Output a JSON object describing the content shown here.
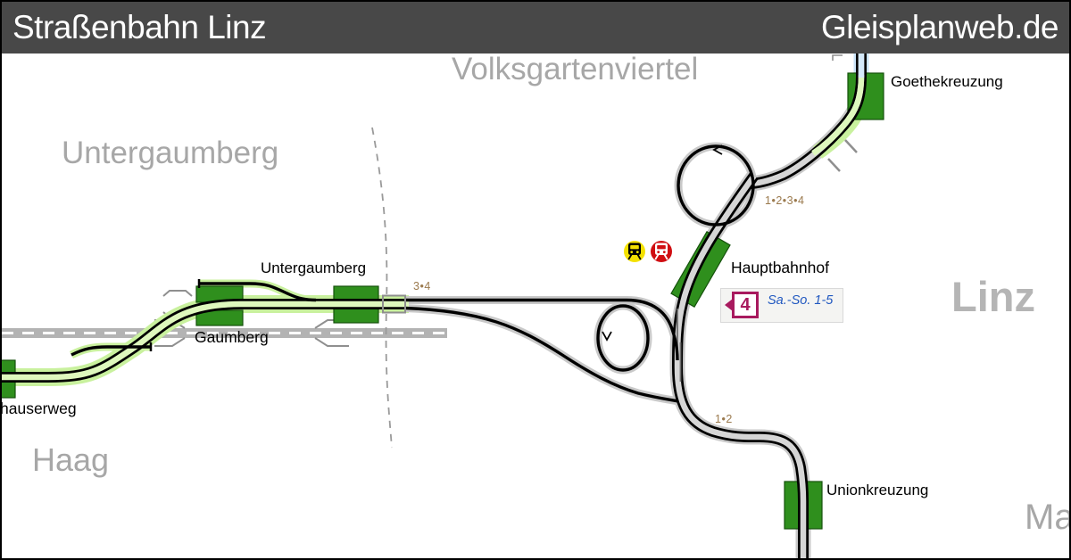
{
  "header": {
    "title": "Straßenbahn Linz",
    "site": "Gleisplanweb.de"
  },
  "districts": [
    {
      "id": "volksgartenviertel",
      "label": "Volksgartenviertel"
    },
    {
      "id": "untergaumberg",
      "label": "Untergaumberg"
    },
    {
      "id": "haag",
      "label": "Haag"
    },
    {
      "id": "linz",
      "label": "Linz"
    },
    {
      "id": "ma-clipped",
      "label": "Ma"
    }
  ],
  "stations": [
    {
      "name": "Goethekreuzung"
    },
    {
      "name": "Hauptbahnhof"
    },
    {
      "name": "Unionkreuzung"
    },
    {
      "name": "Untergaumberg"
    },
    {
      "name": "Gaumberg"
    },
    {
      "name": "hauserweg"
    }
  ],
  "route_labels": [
    {
      "text": "1•2•3•4"
    },
    {
      "text": "3•4"
    },
    {
      "text": "1•2"
    }
  ],
  "badge": {
    "line": "4",
    "schedule": "Sa.-So. 1-5"
  },
  "icons": [
    {
      "name": "suburban-rail-icon",
      "color": "#f4e100"
    },
    {
      "name": "railway-icon",
      "color": "#d00e12"
    }
  ],
  "colors": {
    "header_bg": "#484848",
    "station_green": "#2f8f1d",
    "line_green_glow": "#c9f19e",
    "line_green_inner": "#def8bd",
    "line_blue": "#c9e2f7",
    "track_casing": "#c9c9c9",
    "accent_magenta": "#a81a5e",
    "schedule_blue": "#2158c0",
    "route_brown": "#9b7a4e"
  }
}
